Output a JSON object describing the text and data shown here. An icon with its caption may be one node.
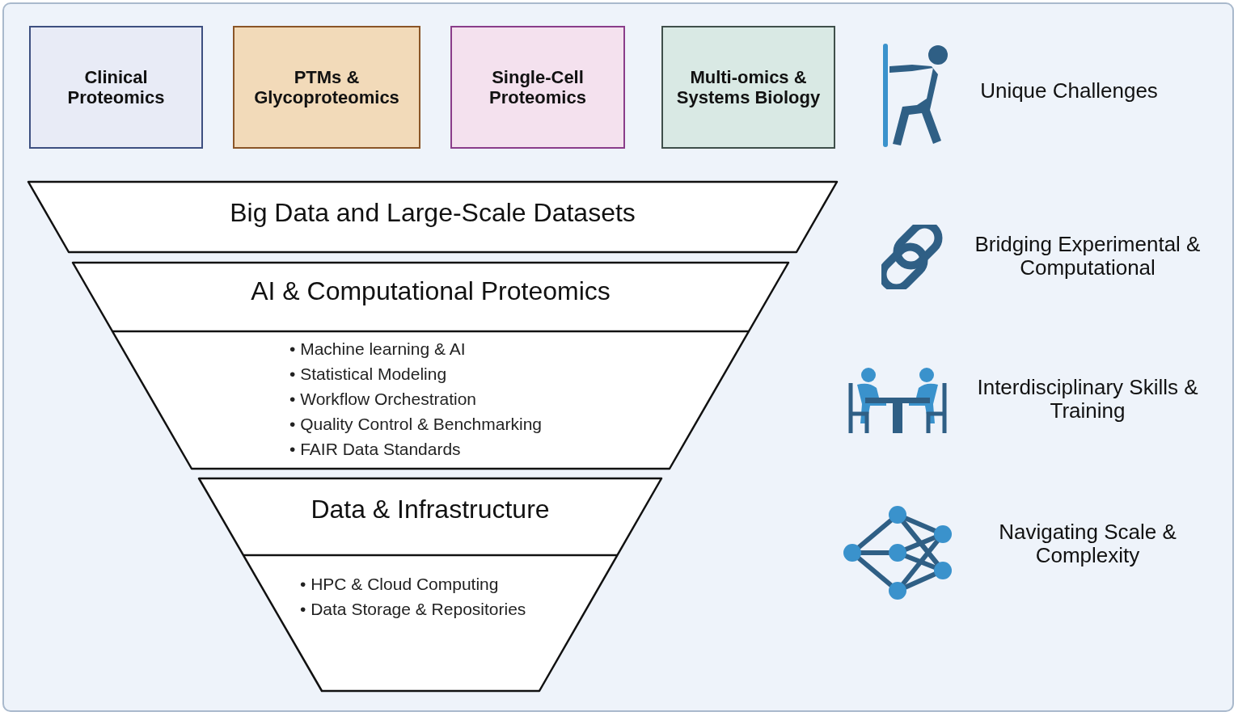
{
  "diagram": {
    "nodes": [
      {
        "text": [
          "Clinical Proteomics"
        ]
      },
      {
        "text": [
          "PTMs & Glycoproteomics"
        ]
      },
      {
        "text": [
          "Single-Cell Proteomics"
        ]
      },
      {
        "text": [
          "Multi-omics & Systems Biology"
        ]
      },
      {
        "text": [
          "Big Data and Large-Scale Datasets"
        ]
      },
      {
        "text": [
          "AI & Computational Proteomics",
          "• Machine learning & AI",
          "• Statistical Modeling",
          "• Workflow Orchestration",
          "• Quality Control & Benchmarking",
          "• FAIR Data Standards"
        ]
      },
      {
        "text": [
          "Data & Infrastructure",
          "• HPC & Cloud Computing",
          "• Data Storage & Repositories"
        ]
      }
    ],
    "edges": [],
    "labels": [
      "Unique Challenges",
      "Bridging Experimental & Computational",
      "Interdisciplinary Skills & Training",
      "Navigating Scale & Complexity"
    ]
  }
}
